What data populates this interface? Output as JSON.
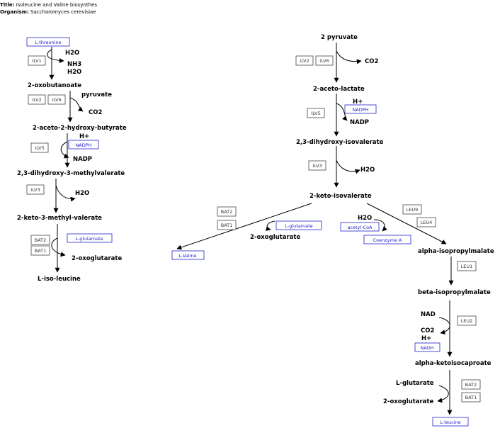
{
  "header": {
    "title_label": "Title:",
    "title": "Isoleucine and Valine biosynthes",
    "organism_label": "Organism:",
    "organism": "Saccharomyces cerevisiae"
  },
  "boxed_metabolites": {
    "l_threonine": "L-threonine",
    "nadph_1": "NADPH",
    "l_glutamate_1": "L-glutamate",
    "nadph_2": "NADPH",
    "l_glutamate_2": "L-glutamate",
    "acetyl_coa": "acetyl-CoA",
    "coenzyme_a": "Coenzyme A",
    "l_valine": "L-Valine",
    "nadh": "NADH",
    "l_leucine": "L-leucine"
  },
  "metabolites": {
    "h2o_1": "H2O",
    "nh3": "NH3",
    "h2o_2": "H2O",
    "oxobutanoate": "2-oxobutanoate",
    "pyruvate_1": "pyruvate",
    "co2_1": "CO2",
    "aceto_hydroxy_butyrate": "2-aceto-2-hydroxy-butyrate",
    "hplus_1": "H+",
    "nadp_1": "NADP",
    "dihydroxy_methylvalerate": "2,3-dihydroxy-3-methylvalerate",
    "h2o_3": "H2O",
    "keto_methyl_valerate": "2-keto-3-methyl-valerate",
    "oxoglutarate_1": "2-oxoglutarate",
    "l_isoleucine": "L-iso-leucine",
    "two_pyruvate": "2 pyruvate",
    "co2_2": "CO2",
    "aceto_lactate": "2-aceto-lactate",
    "hplus_2": "H+",
    "nadp_2": "NADP",
    "dihydroxy_isovalerate": "2,3-dihydroxy-isovalerate",
    "h2o_4": "H2O",
    "keto_isovalerate": "2-keto-isovalerate",
    "oxoglutarate_2": "2-oxoglutarate",
    "h2o_5": "H2O",
    "alpha_isopropylmalate": "alpha-isopropylmalate",
    "beta_isopropylmalate": "beta-isopropylmalate",
    "nad": "NAD",
    "co2_3": "CO2",
    "hplus_3": "H+",
    "alpha_ketoisocaproate": "alpha-ketoisocaproate",
    "l_glutarate": "L-glutarate",
    "oxoglutarate_3": "2-oxoglutarate"
  },
  "enzymes": {
    "ilv1": "ILV1",
    "ilv2_a": "ILV2",
    "ilv6_a": "ILV6",
    "ilv5_a": "ILV5",
    "ilv3_a": "ILV3",
    "bat2_a": "BAT2",
    "bat1_a": "BAT1",
    "ilv2_b": "ILV2",
    "ilv6_b": "ILV6",
    "ilv5_b": "ILV5",
    "ilv3_b": "ILV3",
    "bat2_b": "BAT2",
    "bat1_b": "BAT1",
    "leu9": "LEU9",
    "leu4": "LEU4",
    "leu1": "LEU1",
    "leu2": "LEU2",
    "bat2_c": "BAT2",
    "bat1_c": "BAT1"
  }
}
